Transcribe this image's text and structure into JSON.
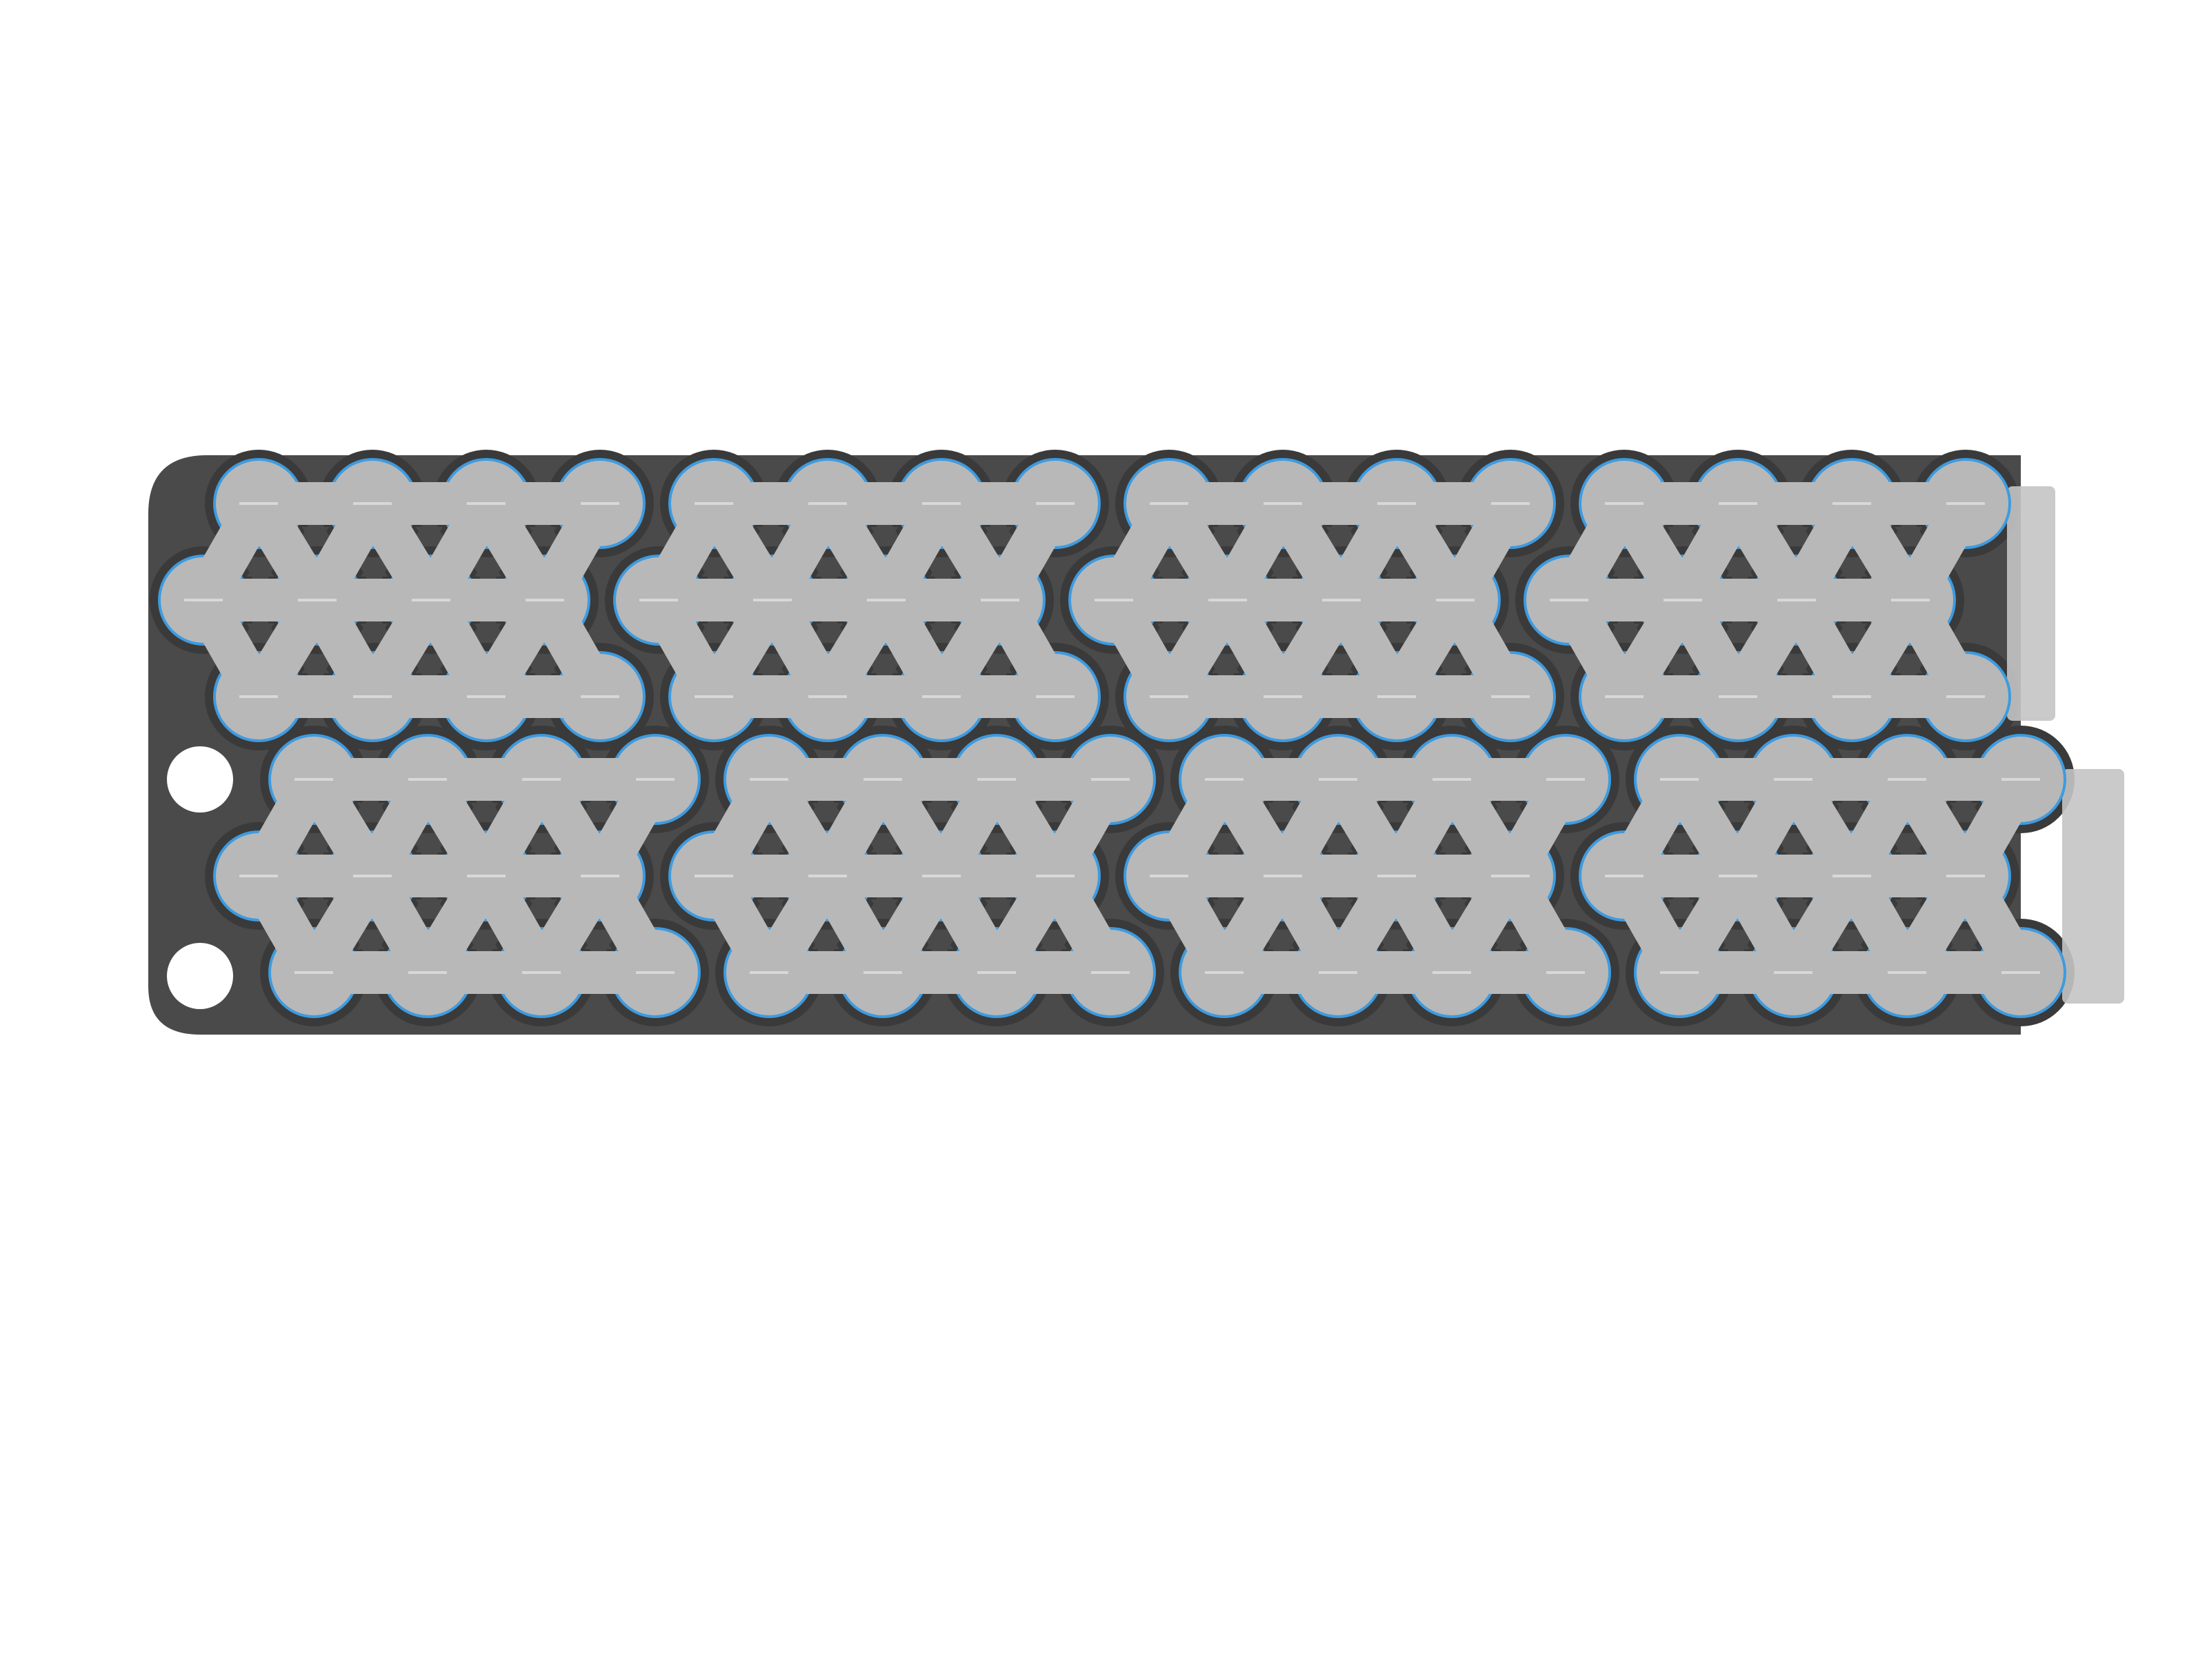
{
  "scene": {
    "subject": "battery-pack-render",
    "rows": 2,
    "modules_per_row": 4,
    "cells_per_module_rows": 3,
    "cells_per_module_cols": 4,
    "mounting_holes": 2
  },
  "colors": {
    "background": "#ffffff",
    "holder": "#4a4a4a",
    "holder_edge": "#3a3a3a",
    "cell_ring": "#3d9be0",
    "cell_ring_dark": "#2a6fa8",
    "nickel": "#b8b8b8",
    "nickel_highlight": "#d8d8d8",
    "terminal_tab": "#c4c4c4",
    "hole": "#ffffff"
  },
  "icons": {
    "cell": "battery-cell-icon",
    "strip": "nickel-strip-icon",
    "hole": "mounting-hole-icon",
    "tab": "terminal-tab-icon"
  }
}
